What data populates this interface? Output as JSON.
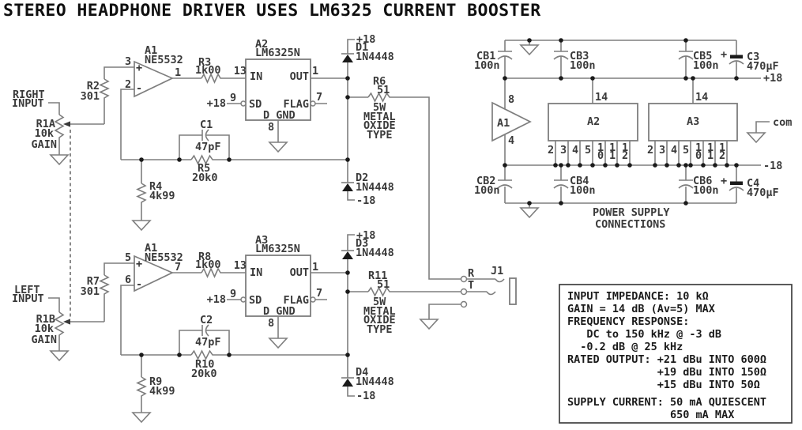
{
  "title": "STEREO HEADPHONE DRIVER USES LM6325 CURRENT BOOSTER",
  "channels": {
    "right": {
      "in1": "RIGHT",
      "in2": "INPUT",
      "pot_ref": "R1A",
      "pot_val": "10k",
      "pot_fn": "GAIN",
      "rser_ref": "R2",
      "rser_val": "301",
      "oa_ref": "A1",
      "oa_part": "NE5532",
      "pin_p": "3",
      "pin_n": "2",
      "pin_out": "1",
      "rs_ref": "R3",
      "rs_val": "1k00",
      "ic_ref": "A2",
      "ic_part": "LM6325N",
      "c_ref": "C1",
      "c_val": "47pF",
      "rfb_ref": "R5",
      "rfb_val": "20k0",
      "rg_ref": "R4",
      "rg_val": "4k99",
      "du_ref": "D1",
      "du_val": "1N4448",
      "dd_ref": "D2",
      "dd_val": "1N4448",
      "ro_ref": "R6",
      "ro_val": "51"
    },
    "left": {
      "in1": "LEFT",
      "in2": "INPUT",
      "pot_ref": "R1B",
      "pot_val": "10k",
      "pot_fn": "GAIN",
      "rser_ref": "R7",
      "rser_val": "301",
      "oa_ref": "A1",
      "oa_part": "NE5532",
      "pin_p": "5",
      "pin_n": "6",
      "pin_out": "7",
      "rs_ref": "R8",
      "rs_val": "1k00",
      "ic_ref": "A3",
      "ic_part": "LM6325N",
      "c_ref": "C2",
      "c_val": "47pF",
      "rfb_ref": "R10",
      "rfb_val": "20k0",
      "rg_ref": "R9",
      "rg_val": "4k99",
      "du_ref": "D3",
      "du_val": "1N4448",
      "dd_ref": "D4",
      "dd_val": "1N4448",
      "ro_ref": "R11",
      "ro_val": "51"
    }
  },
  "ic_pins": {
    "in": "IN",
    "out": "OUT",
    "sd": "SD",
    "flag": "FLAG",
    "gnd": "D GND",
    "n_in": "13",
    "n_out": "1",
    "n_sd": "9",
    "n_flag": "7",
    "n_gnd": "8",
    "sd_rail": "+18"
  },
  "signs": {
    "plus": "+",
    "minus": "-"
  },
  "rails": {
    "pos": "+18",
    "neg": "-18"
  },
  "ro_notes": {
    "w": "5W",
    "m": "METAL",
    "o": "OXIDE",
    "t": "TYPE"
  },
  "jack": {
    "ref": "J1",
    "ring": "R",
    "tip": "T"
  },
  "power": {
    "caption1": "POWER SUPPLY",
    "caption2": "CONNECTIONS",
    "com": "com",
    "pos": "+18",
    "neg": "-18",
    "a1": {
      "ref": "A1",
      "p_top": "8",
      "p_bot": "4"
    },
    "a2": {
      "ref": "A2",
      "p_top": "14"
    },
    "a3": {
      "ref": "A3",
      "p_top": "14"
    },
    "pins_r1": [
      "2",
      "3",
      "4",
      "5",
      "1",
      "1",
      "1"
    ],
    "pins_r2": [
      "",
      "",
      "",
      "",
      "0",
      "1",
      "2"
    ],
    "cb1": {
      "ref": "CB1",
      "val": "100n"
    },
    "cb2": {
      "ref": "CB2",
      "val": "100n"
    },
    "cb3": {
      "ref": "CB3",
      "val": "100n"
    },
    "cb4": {
      "ref": "CB4",
      "val": "100n"
    },
    "cb5": {
      "ref": "CB5",
      "val": "100n"
    },
    "cb6": {
      "ref": "CB6",
      "val": "100n"
    },
    "c3": {
      "ref": "C3",
      "val": "470µF",
      "plus": "+"
    },
    "c4": {
      "ref": "C4",
      "val": "470µF",
      "plus": "+"
    }
  },
  "specs": {
    "lines": [
      "INPUT IMPEDANCE: 10 kΩ",
      "GAIN = 14 dB (Av=5) MAX",
      "FREQUENCY RESPONSE:",
      "   DC to 150 kHz @ -3 dB",
      "  -0.2 dB @ 25 kHz",
      "RATED OUTPUT: +21 dBu INTO 600Ω",
      "              +19 dBu INTO 150Ω",
      "              +15 dBu INTO 50Ω",
      "SUPPLY CURRENT: 50 mA QUIESCENT",
      "                650 mA MAX"
    ]
  }
}
